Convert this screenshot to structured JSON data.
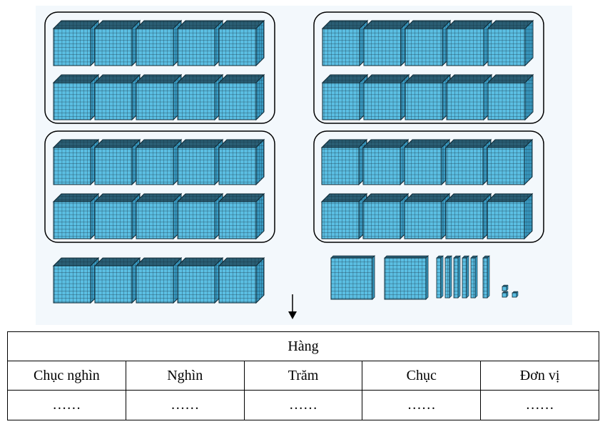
{
  "table": {
    "header": "Hàng",
    "columns": [
      "Chục nghìn",
      "Nghìn",
      "Trăm",
      "Chục",
      "Đơn vị"
    ],
    "blanks": [
      "……",
      "……",
      "……",
      "……",
      "……"
    ]
  },
  "blocks": {
    "thousand_cubes_total": 45,
    "hundred_flats": 2,
    "ten_rods": 6,
    "unit_cubes": 3
  },
  "colors": {
    "block_face": "#5bbfe3",
    "block_top": "#8fd3ef",
    "block_side": "#3a9cc4",
    "grid_line": "#1b3a4a",
    "background_band": "#eef6fb"
  }
}
